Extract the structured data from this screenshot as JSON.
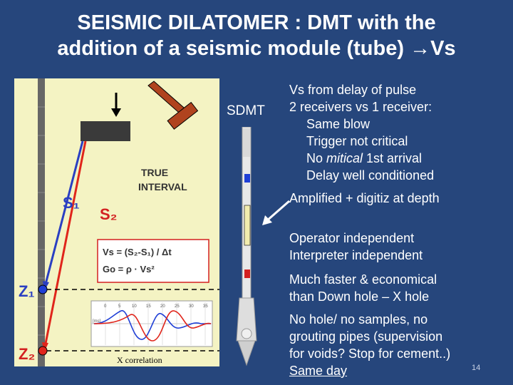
{
  "slide": {
    "title_line1": "SEISMIC DILATOMER : DMT with the",
    "title_line2": "addition of a seismic module (tube)",
    "title_arrow_glyph": "→",
    "title_suffix": "Vs",
    "page_number": "14"
  },
  "diagram": {
    "true_interval_line1": "TRUE",
    "true_interval_line2": "INTERVAL",
    "s1_label": "S₁",
    "s2_label": "S₂",
    "z1_label": "Z₁",
    "z2_label": "Z₂",
    "formula_vs": "Vs = (S₂-S₁) / Δt",
    "formula_go": "Go = ρ · Vs²",
    "xcorr_label": "X correlation",
    "chart_unit_label": "[ms]",
    "chart_ticks": [
      "0",
      "5",
      "10",
      "15",
      "20",
      "25",
      "30",
      "35"
    ],
    "colors": {
      "panel_bg": "#f4f3c3",
      "rod": "#555555",
      "s1_ray": "#2a3fc2",
      "s2_ray": "#e0251b",
      "receiver": "#1f3fd6",
      "hammer": "#b0431e",
      "label_red": "#d32020"
    }
  },
  "probe_label": "SDMT",
  "bullets": {
    "vs_from_delay": "Vs from delay of pulse",
    "two_receivers": "2 receivers vs 1 receiver:",
    "same_blow": "Same blow",
    "trigger": "Trigger not critical",
    "no_mitical_pre": "No ",
    "no_mitical_em": "mitical",
    "no_mitical_post": " 1st arrival",
    "delay": "Delay well conditioned",
    "amplified": "Amplified + digitiz at depth",
    "operator": "Operator  independent",
    "interpreter": "Interpreter independent",
    "faster": "Much faster & economical",
    "than_down": "than Down hole – X hole",
    "no_hole": "No hole/ no samples, no",
    "grouting": "grouting pipes (supervision",
    "voids": "for voids? Stop for cement..)",
    "same_day": "Same day"
  }
}
